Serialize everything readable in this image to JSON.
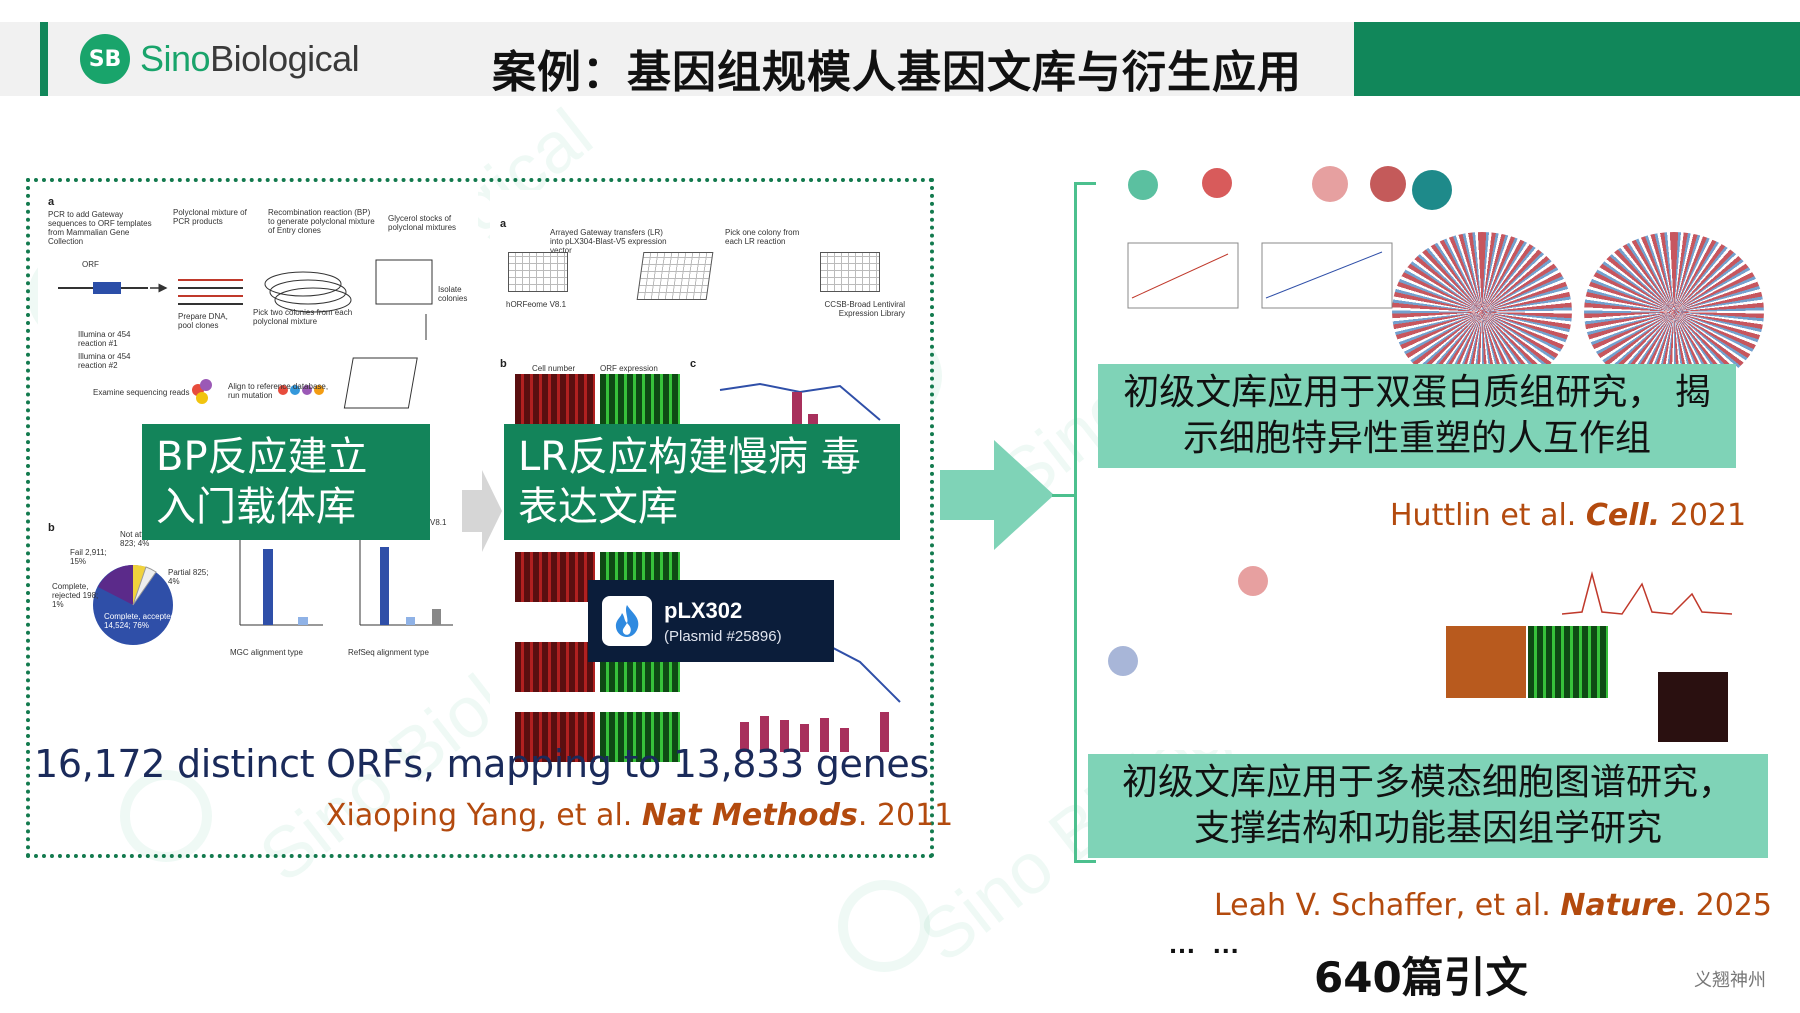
{
  "header": {
    "logo_badge": "SB",
    "logo_brand_part1": "Sino",
    "logo_brand_part2": "Biological",
    "title": "案例：基因组规模人基因文库与衍生应用"
  },
  "left": {
    "label_bp": "BP反应建立 入门载体库",
    "label_lr": "LR反应构建慢病 毒表达文库",
    "plasmid": {
      "name": "pLX302",
      "id": "(Plasmid #25896)"
    },
    "caption": "16,172 distinct ORFs, mapping to 13,833 genes",
    "ref_authors": "Xiaoping Yang, et al. ",
    "ref_journal": "Nat Methods",
    "ref_year": ". 2011",
    "fig_texts": {
      "a1": "PCR to add Gateway sequences to ORF templates from Mammalian Gene Collection",
      "a2": "Polyclonal mixture of PCR products",
      "a3": "Recombination reaction (BP) to generate polyclonal mixture of Entry clones",
      "a4": "Glycerol stocks of polyclonal mixtures",
      "a5": "Isolate colonies",
      "a6": "Pick two colonies from each polyclonal mixture",
      "a7": "Prepare DNA, pool clones",
      "a8": "Illumina or 454 reaction #1",
      "a9": "Illumina or 454 reaction #2",
      "a10": "Examine sequencing reads",
      "a11": "Align to reference database, run mutation",
      "orf": "ORF",
      "b_fail": "Fail 2,911; 15%",
      "b_not": "Not attempted 823; 4%",
      "b_partial": "Partial 825; 4%",
      "b_complete_rej": "Complete, rejected 198; 1%",
      "b_complete_acc": "Complete, accepted 14,524; 76%",
      "c_xlabel": "MGC alignment type",
      "d_xlabel": "RefSeq alignment type",
      "r_a1": "Arrayed Gateway transfers (LR) into pLX304-Blast-V5 expression vector",
      "r_a2": "Pick one colony from each LR reaction",
      "r_horf": "hORFeome V8.1",
      "r_ccsb": "CCSB-Broad Lentiviral Expression Library",
      "r_cell": "Cell number",
      "r_orfexp": "ORF expression",
      "v81": "V8.1"
    }
  },
  "right": {
    "label_top": "初级文库应用于双蛋白质组研究， 揭示细胞特异性重塑的人互作组",
    "ref1_authors": "Huttlin et al. ",
    "ref1_journal": "Cell.",
    "ref1_year": " 2021",
    "label_bottom": "初级文库应用于多模态细胞图谱研究， 支撑结构和功能基因组学研究",
    "ref2_authors": "Leah V. Schaffer, et al. ",
    "ref2_journal": "Nature",
    "ref2_year": ". 2025",
    "ellipsis": "… …",
    "citations": "640篇引文"
  },
  "footer": {
    "mark": "义翘神州"
  },
  "colors": {
    "brand_green": "#11875a",
    "label_green": "#13845a",
    "teal": "#7fd3b7",
    "ref_orange": "#b34a0e",
    "caption_navy": "#1a2a5a"
  },
  "icons": [
    "sino-biological-logo",
    "right-arrow-icon",
    "addgene-flame-icon",
    "network-icon"
  ]
}
